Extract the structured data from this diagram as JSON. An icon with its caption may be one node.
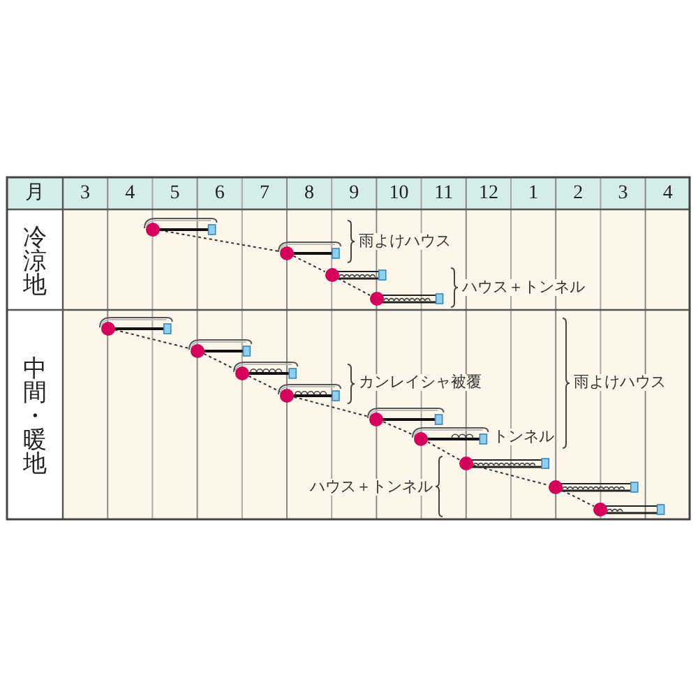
{
  "diagram": {
    "nodes": [
      {
        "text": [],
        "shape": "bar"
      },
      {
        "text": [],
        "shape": "bar"
      },
      {
        "text": [],
        "shape": "bar"
      },
      {
        "text": [],
        "shape": "bar"
      },
      {
        "text": [],
        "shape": "bar"
      },
      {
        "text": [],
        "shape": "bar"
      },
      {
        "text": [],
        "shape": "bar"
      },
      {
        "text": [],
        "shape": "bar"
      },
      {
        "text": [],
        "shape": "bar"
      },
      {
        "text": [],
        "shape": "bar",
        "beside": [
          "トンネル"
        ]
      },
      {
        "text": [],
        "shape": "bar"
      },
      {
        "text": [],
        "shape": "bar"
      },
      {
        "text": [],
        "shape": "bar"
      }
    ],
    "edges": [
      {
        "from": 0,
        "to": 1,
        "arrow": "none",
        "style": "dashed"
      },
      {
        "from": 1,
        "to": 2,
        "arrow": "none",
        "style": "dashed"
      },
      {
        "from": 2,
        "to": 3,
        "arrow": "none",
        "style": "dashed"
      },
      {
        "from": 4,
        "to": 5,
        "arrow": "none",
        "style": "dashed"
      },
      {
        "from": 5,
        "to": 6,
        "arrow": "none",
        "style": "dashed"
      },
      {
        "from": 6,
        "to": 7,
        "arrow": "none",
        "style": "dashed"
      },
      {
        "from": 7,
        "to": 8,
        "arrow": "none",
        "style": "dashed"
      },
      {
        "from": 8,
        "to": 9,
        "arrow": "none",
        "style": "dashed"
      },
      {
        "from": 9,
        "to": 10,
        "arrow": "none",
        "style": "dashed"
      },
      {
        "from": 10,
        "to": 11,
        "arrow": "none",
        "style": "dashed"
      },
      {
        "from": 11,
        "to": 12,
        "arrow": "none",
        "style": "dashed"
      }
    ],
    "labels": [
      "月",
      "3",
      "4",
      "5",
      "6",
      "7",
      "8",
      "9",
      "10",
      "11",
      "12",
      "1",
      "2",
      "3",
      "4",
      "冷涼地",
      "雨よけハウス",
      "ハウス＋トンネル",
      "中間・暖地",
      "カンレイシャ被覆",
      "雨よけハウス",
      "ハウス＋トンネル"
    ]
  }
}
